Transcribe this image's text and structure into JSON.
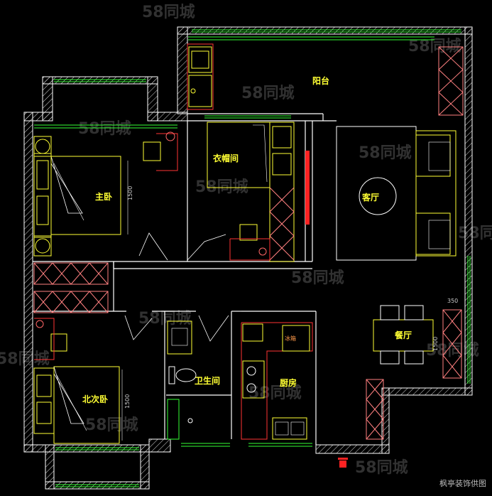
{
  "rooms": {
    "balcony": "阳台",
    "master_bedroom": "主卧",
    "cloakroom": "衣帽间",
    "living_room": "客厅",
    "dining_room": "餐厅",
    "kitchen": "厨房",
    "bathroom": "卫生间",
    "north_bedroom": "北次卧"
  },
  "dimensions": {
    "master_bed_length": "1500",
    "north_bed_length": "1500",
    "dining_length": "1500",
    "dining_offset": "350"
  },
  "fixtures": {
    "fridge": "冰箱"
  },
  "watermark": "58同城",
  "footer_credit": "枫亭装饰供图",
  "colors": {
    "wall": "#ffffff",
    "furniture": "#ffff33",
    "window": "#33ff33",
    "accent": "#ff3333",
    "hatch": "#ff8080"
  }
}
